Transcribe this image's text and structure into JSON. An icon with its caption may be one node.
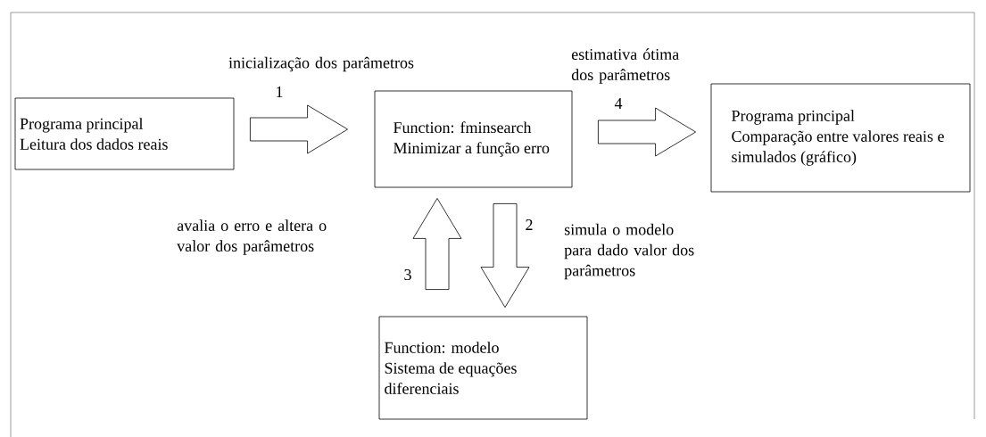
{
  "diagram": {
    "nodes": [
      {
        "text": [
          "Programa principal",
          "Leitura dos dados reais"
        ]
      },
      {
        "text": [
          "Function: fminsearch",
          "Minimizar a função erro"
        ]
      },
      {
        "text": [
          "Programa principal",
          "Comparação entre valores reais e simulados (gráfico)"
        ]
      },
      {
        "text": [
          "Function: modelo",
          "Sistema de equações diferenciais"
        ]
      }
    ],
    "edges": [
      {
        "from": 0,
        "to": 1,
        "arrow": "to",
        "label": "1"
      },
      {
        "from": 1,
        "to": 2,
        "arrow": "to",
        "label": "4"
      },
      {
        "from": 1,
        "to": 3,
        "arrow": "to",
        "label": "2"
      },
      {
        "from": 3,
        "to": 1,
        "arrow": "to",
        "label": "3"
      }
    ],
    "labels": [
      "estimativa ótima dos parâmetros",
      "inicialização dos parâmetros",
      "avalia o erro e altera o valor dos parâmetros",
      "simula o modelo para dado valor dos parâmetros"
    ]
  }
}
